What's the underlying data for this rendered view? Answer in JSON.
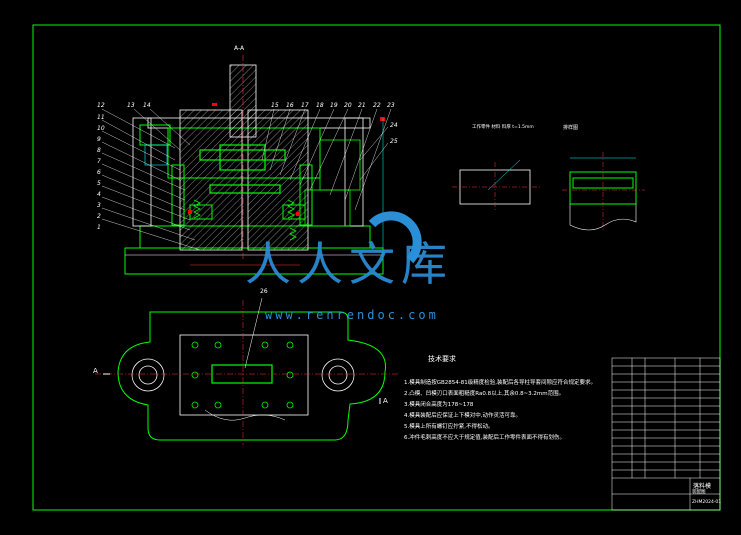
{
  "section_label": "A-A",
  "section_marker": "A",
  "part_numbers_left": [
    "12",
    "13",
    "14",
    "11",
    "10",
    "9",
    "8",
    "7",
    "6",
    "5",
    "4",
    "3",
    "2",
    "1"
  ],
  "part_numbers_top": [
    "15",
    "16",
    "17",
    "18",
    "19",
    "20",
    "21",
    "22",
    "23"
  ],
  "part_numbers_right": [
    "24",
    "25"
  ],
  "plan_callout": "26",
  "detail_left_note": "工作零件 材料 料厚 t=1.5mm",
  "detail_right_label": "排样图",
  "tech_notes_title": "技术要求",
  "tech_notes": [
    "1.模具制造按GB2854-81级精度检验,装配后各导柱导套间隙应符合规定要求。",
    "2.凸模、凹模刃口表面粗糙度Ra0.8以上,其余0.8~3.2mm范围。",
    "3.模具闭合高度为178~178",
    "4.模具装配后应保证上下模对中,动作灵活可靠。",
    "5.模具上所有螺钉应拧紧,不得松动。",
    "6.冲件毛刺高度不应大于规定值,装配后工作零件表面不得有划伤。"
  ],
  "title_block": {
    "drawing_name": "落料模",
    "subtitle": "装配图",
    "drawing_no": "ZHM2024-01"
  },
  "watermark": {
    "text": "人人文库",
    "url": "www.renrendoc.com"
  },
  "colors": {
    "frame": "#00ff00",
    "part": "#00ff00",
    "lines": "#ffffff",
    "centerline": "#ff3333",
    "hatch": "#00ffff",
    "dims": "#00ffff",
    "watermark": "#2b8fd8",
    "accent_red": "#ff0000"
  }
}
